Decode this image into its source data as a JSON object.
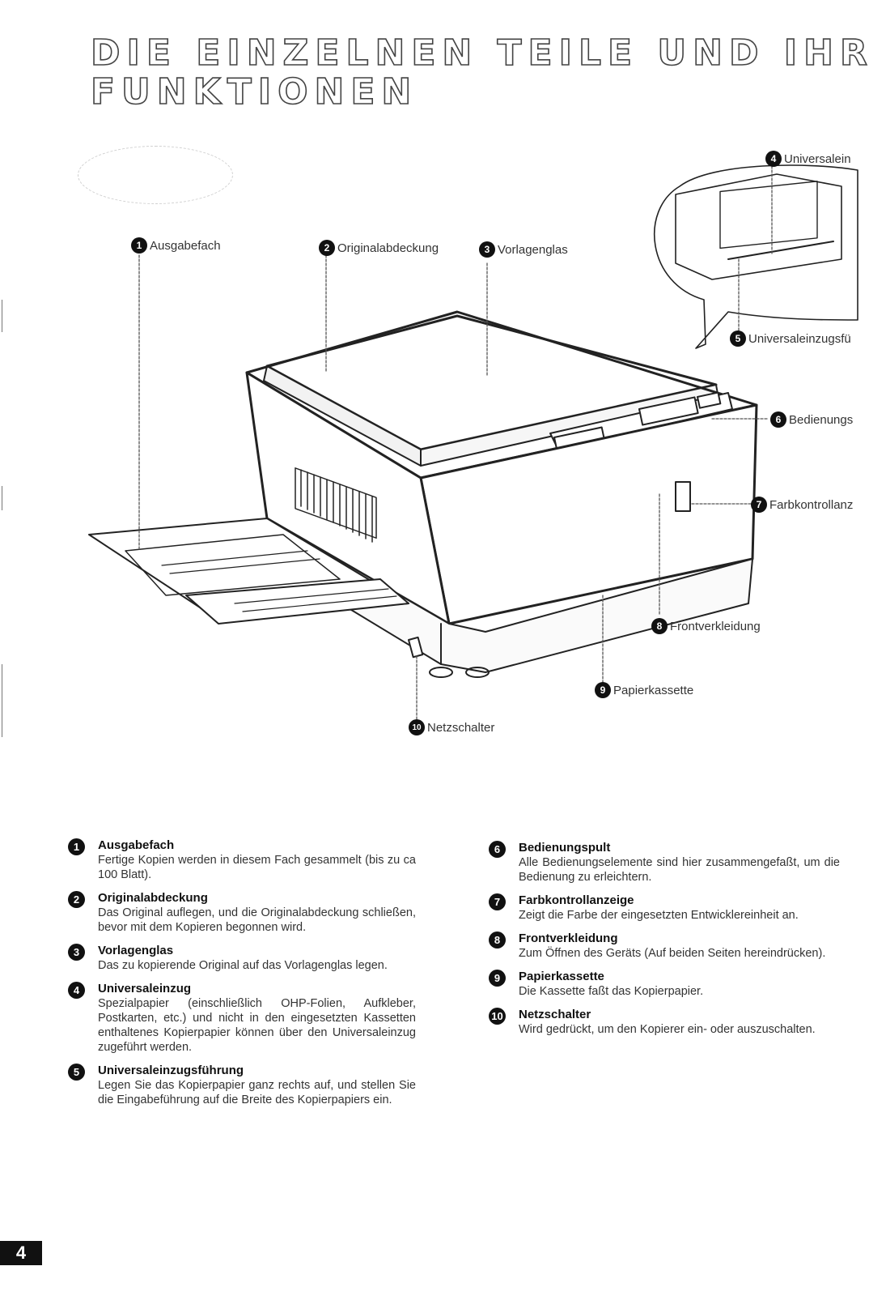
{
  "header": {
    "title_line1": "DIE EINZELNEN TEILE UND IHRE",
    "title_line2": "FUNKTIONEN"
  },
  "callouts": [
    {
      "num": "1",
      "label": "Ausgabefach"
    },
    {
      "num": "2",
      "label": "Originalabdeckung"
    },
    {
      "num": "3",
      "label": "Vorlagenglas"
    },
    {
      "num": "4",
      "label": "Universalein"
    },
    {
      "num": "5",
      "label": "Universaleinzugsfü"
    },
    {
      "num": "6",
      "label": "Bedienungs"
    },
    {
      "num": "7",
      "label": "Farbkontrollanz"
    },
    {
      "num": "8",
      "label": "Frontverkleidung"
    },
    {
      "num": "9",
      "label": "Papierkassette"
    },
    {
      "num": "10",
      "label": "Netzschalter"
    }
  ],
  "legend": [
    {
      "num": "1",
      "title": "Ausgabefach",
      "desc": "Fertige Kopien werden in diesem Fach gesammelt (bis zu  ca 100 Blatt)."
    },
    {
      "num": "2",
      "title": "Originalabdeckung",
      "desc": "Das Original auflegen, und die Originalabdeckung schließen, bevor mit dem Kopieren begonnen wird."
    },
    {
      "num": "3",
      "title": "Vorlagenglas",
      "desc": "Das zu kopierende Original auf das Vorlagenglas legen."
    },
    {
      "num": "4",
      "title": "Universaleinzug",
      "desc": "Spezialpapier (einschließlich OHP-Folien, Aufkleber, Postkarten, etc.) und nicht in den eingesetzten Kassetten enthaltenes Kopierpapier können über den Universaleinzug zugeführt werden."
    },
    {
      "num": "5",
      "title": "Universaleinzugsführung",
      "desc": "Legen Sie das Kopierpapier ganz rechts auf, und stellen Sie die Eingabeführung auf die Breite des Kopierpapiers ein."
    },
    {
      "num": "6",
      "title": "Bedienungspult",
      "desc": "Alle Bedienungselemente sind hier zusammengefaßt, um die Bedienung zu erleichtern."
    },
    {
      "num": "7",
      "title": "Farbkontrollanzeige",
      "desc": "Zeigt die Farbe der eingesetzten Entwicklereinheit an."
    },
    {
      "num": "8",
      "title": "Frontverkleidung",
      "desc": "Zum Öffnen des Geräts (Auf beiden Seiten hereindrücken)."
    },
    {
      "num": "9",
      "title": "Papierkassette",
      "desc": "Die Kassette faßt das Kopierpapier."
    },
    {
      "num": "10",
      "title": "Netzschalter",
      "desc": "Wird gedrückt, um den Kopierer ein- oder auszuschalten."
    }
  ],
  "page_number": "4"
}
